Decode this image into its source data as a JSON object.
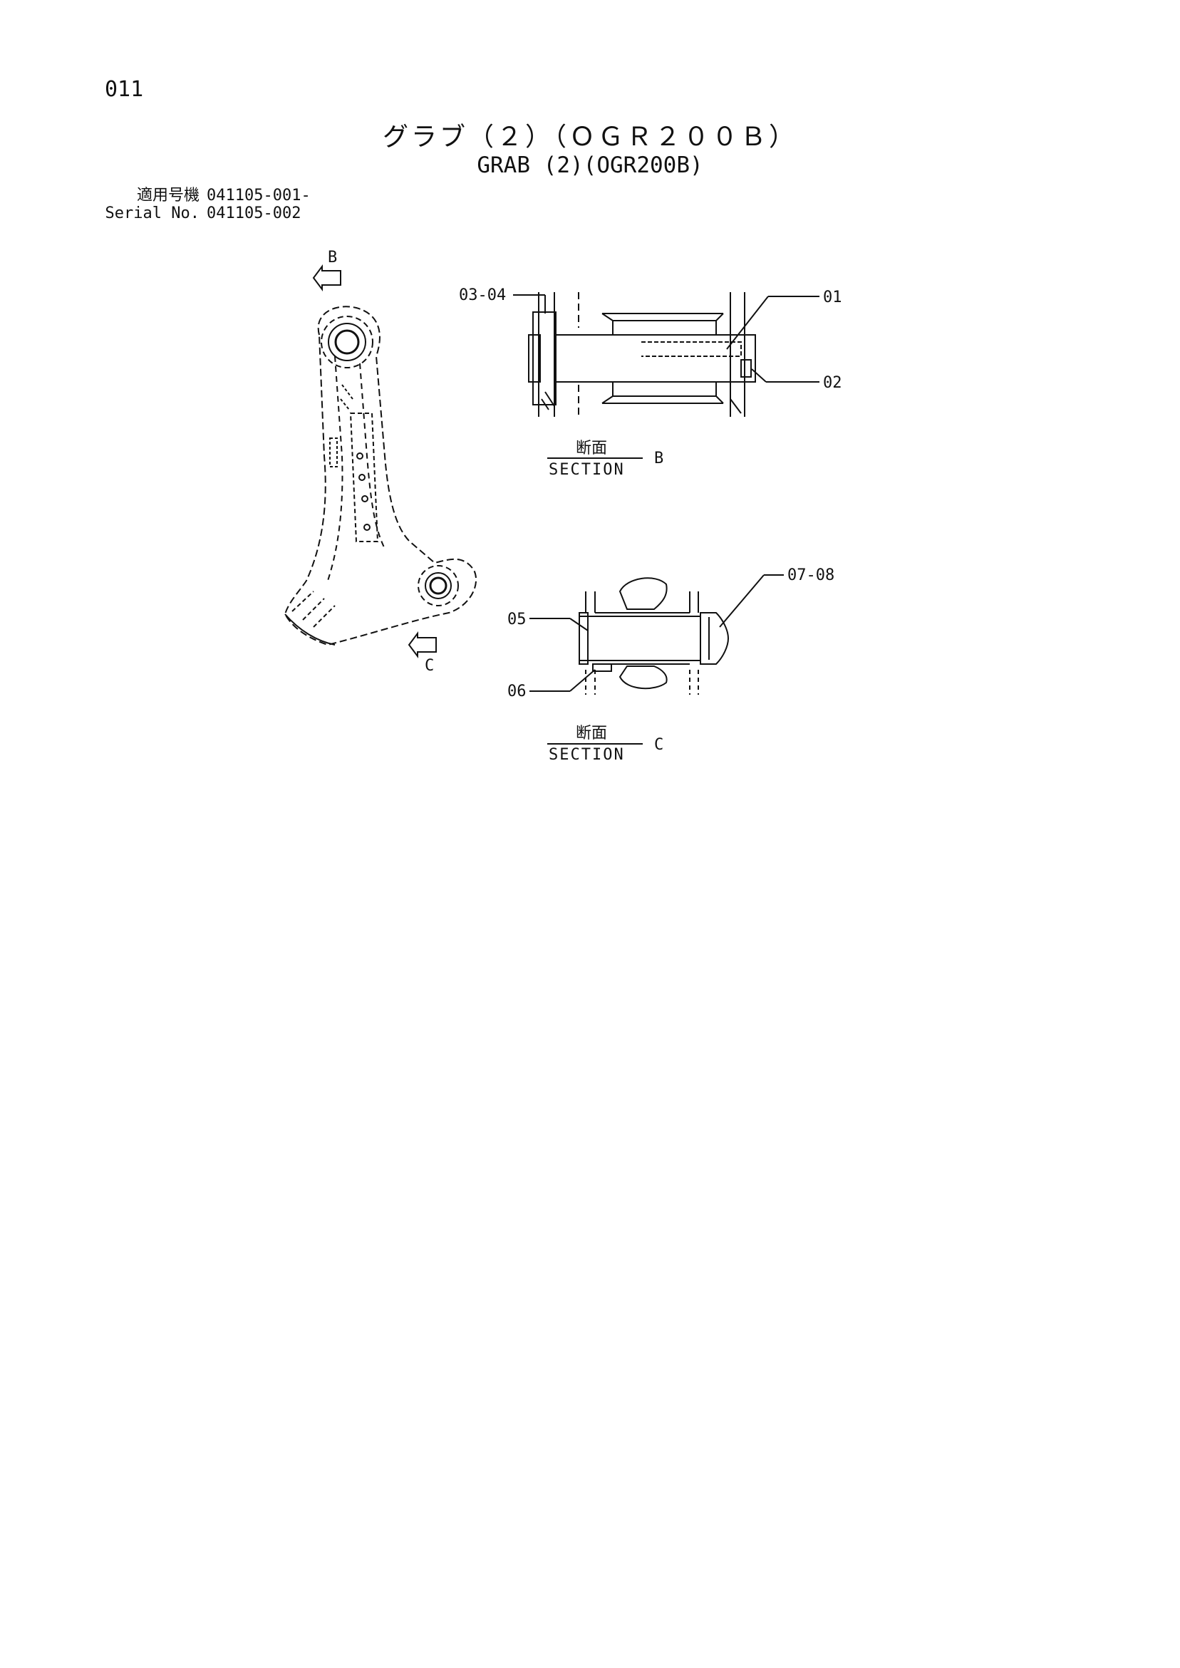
{
  "page_number": "011",
  "title_jp": "グラブ（２）（ＯＧＲ２００Ｂ）",
  "title_en": "GRAB (2)(OGR200B)",
  "serial": {
    "label_jp": "適用号機",
    "value1": "041105-001-",
    "label_en": "Serial No.",
    "value2": "041105-002"
  },
  "view_markers": {
    "b": "B",
    "c": "C"
  },
  "section_b": {
    "jp": "断面",
    "en": "SECTION",
    "letter": "B"
  },
  "section_c": {
    "jp": "断面",
    "en": "SECTION",
    "letter": "C"
  },
  "callouts": {
    "p0304": "03-04",
    "p01": "01",
    "p02": "02",
    "p0708": "07-08",
    "p05": "05",
    "p06": "06"
  }
}
